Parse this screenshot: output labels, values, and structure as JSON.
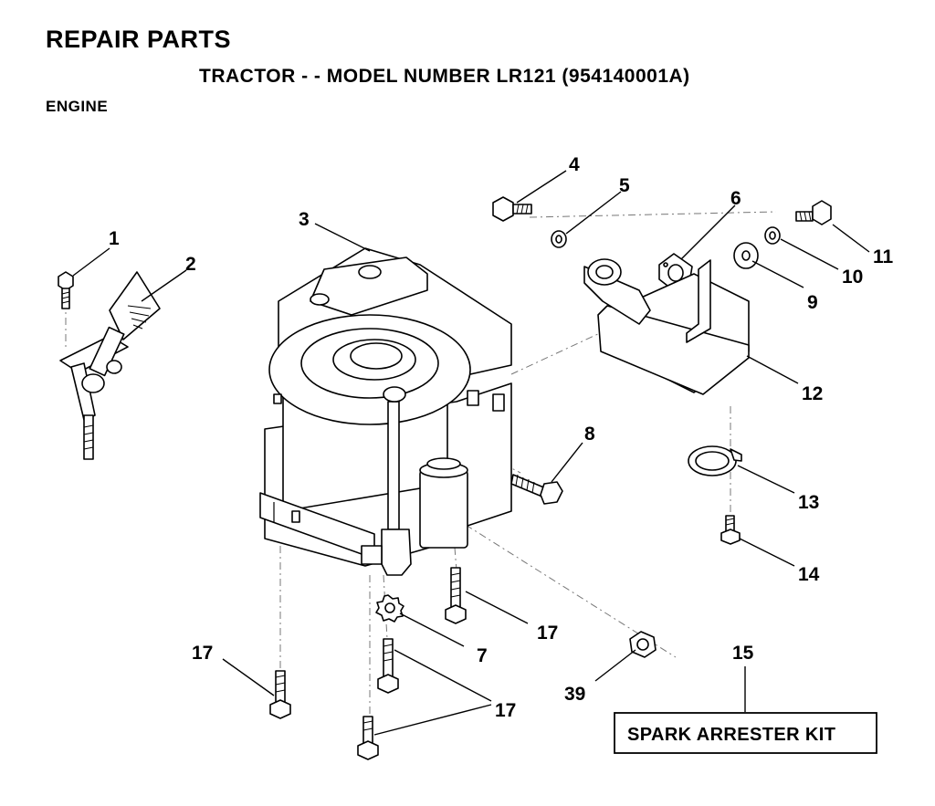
{
  "header": {
    "title": "REPAIR PARTS",
    "subtitle": "TRACTOR - - MODEL NUMBER LR121 (954140001A)",
    "section": "ENGINE"
  },
  "callouts": [
    {
      "id": "c1",
      "label": "1"
    },
    {
      "id": "c2",
      "label": "2"
    },
    {
      "id": "c3",
      "label": "3"
    },
    {
      "id": "c4",
      "label": "4"
    },
    {
      "id": "c5",
      "label": "5"
    },
    {
      "id": "c6",
      "label": "6"
    },
    {
      "id": "c7",
      "label": "7"
    },
    {
      "id": "c8",
      "label": "8"
    },
    {
      "id": "c9",
      "label": "9"
    },
    {
      "id": "c10",
      "label": "10"
    },
    {
      "id": "c11",
      "label": "11"
    },
    {
      "id": "c12",
      "label": "12"
    },
    {
      "id": "c13",
      "label": "13"
    },
    {
      "id": "c14",
      "label": "14"
    },
    {
      "id": "c15",
      "label": "15"
    },
    {
      "id": "c17a",
      "label": "17"
    },
    {
      "id": "c17b",
      "label": "17"
    },
    {
      "id": "c17c",
      "label": "17"
    },
    {
      "id": "c39",
      "label": "39"
    }
  ],
  "kit": {
    "label": "SPARK ARRESTER KIT"
  }
}
